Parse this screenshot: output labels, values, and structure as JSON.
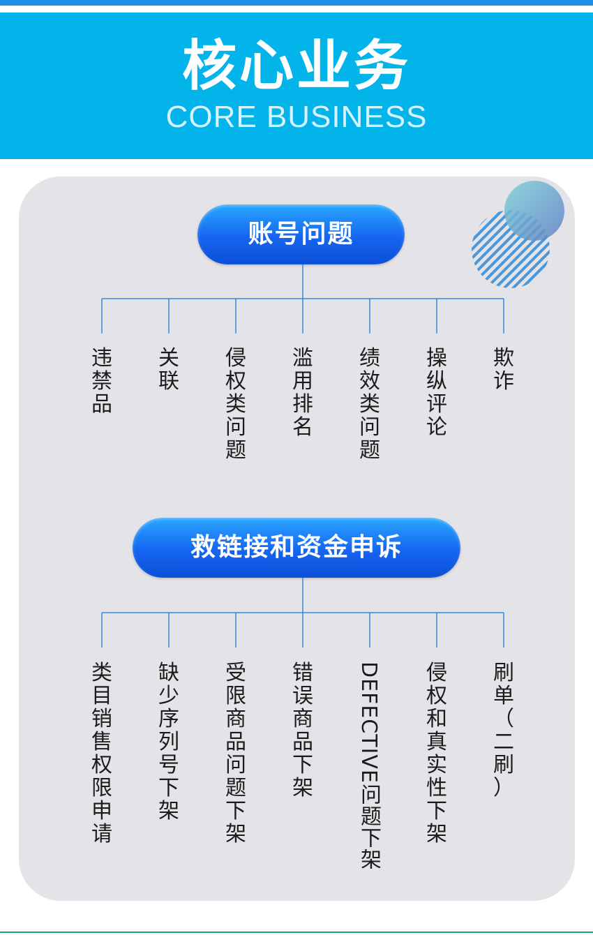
{
  "header": {
    "title": "核心业务",
    "subtitle": "CORE BUSINESS"
  },
  "colors": {
    "header_bg": "#03b4ea",
    "panel_bg": "#e4e3e7",
    "pill_gradient_top": "#2aa7ff",
    "pill_gradient_bottom": "#0b4fd6",
    "connector": "#2f8be0"
  },
  "sections": [
    {
      "title": "账号问题",
      "items": [
        "违禁品",
        "关联",
        "侵权类问题",
        "滥用排名",
        "绩效类问题",
        "操纵评论",
        "欺诈"
      ]
    },
    {
      "title": "救链接和资金申诉",
      "items": [
        "类目销售权限申请",
        "缺少序列号下架",
        "受限商品问题下架",
        "错误商品下架",
        "DEFECTIVE问题下架",
        "侵权和真实性下架",
        "刷单（二刷）"
      ]
    }
  ],
  "decoration": {
    "icon": "overlapping-circles-icon"
  }
}
